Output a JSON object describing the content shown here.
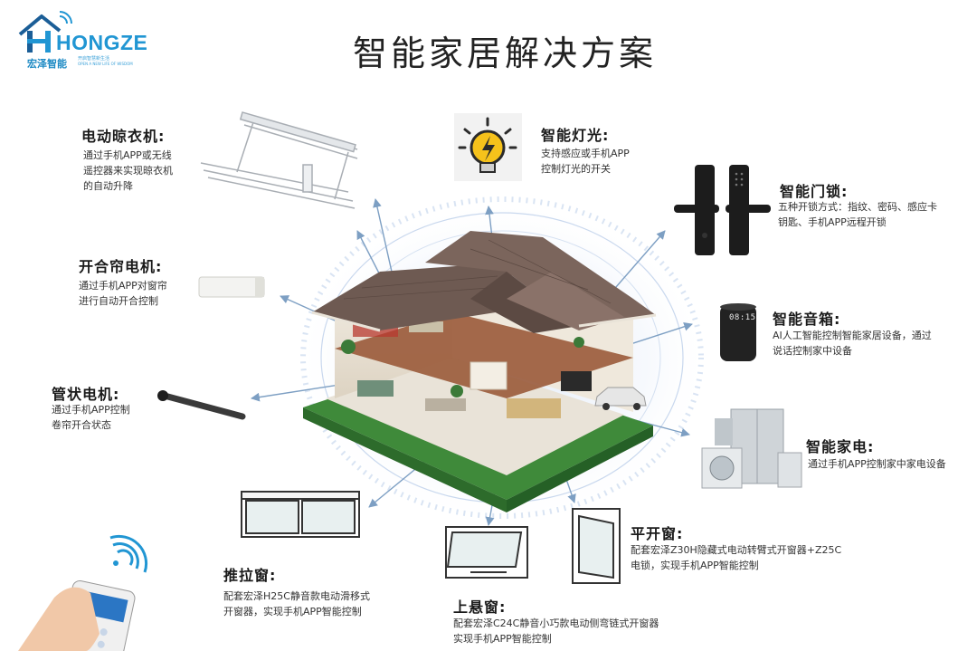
{
  "logo": {
    "wordmark": "HONGZE",
    "cn_name": "宏泽智能",
    "tagline": "开启智慧新生活",
    "tagline_en": "OPEN A NEW LIFE OF WISDOM"
  },
  "page_title": "智能家居解决方案",
  "features": {
    "drying_rack": {
      "title": "电动晾衣机:",
      "desc": [
        "通过手机APP或无线",
        "遥控器来实现晾衣机",
        "的自动升降"
      ]
    },
    "smart_light": {
      "title": "智能灯光:",
      "desc": [
        "支持感应或手机APP",
        "控制灯光的开关"
      ]
    },
    "smart_lock": {
      "title": "智能门锁:",
      "desc": [
        "五种开锁方式：指纹、密码、感应卡",
        "钥匙、手机APP远程开锁"
      ]
    },
    "curtain_motor": {
      "title": "开合帘电机:",
      "desc": [
        "通过手机APP对窗帘",
        "进行自动开合控制"
      ]
    },
    "smart_speaker": {
      "title": "智能音箱:",
      "desc": [
        "AI人工智能控制智能家居设备，通过",
        "说话控制家中设备"
      ]
    },
    "tube_motor": {
      "title": "管状电机:",
      "desc": [
        "通过手机APP控制",
        "卷帘开合状态"
      ]
    },
    "appliances": {
      "title": "智能家电:",
      "desc": [
        "通过手机APP控制家中家电设备"
      ]
    },
    "casement_window": {
      "title": "平开窗:",
      "desc": [
        "配套宏泽Z30H隐藏式电动转臂式开窗器+Z25C",
        "电锁，实现手机APP智能控制"
      ]
    },
    "sliding_window": {
      "title": "推拉窗:",
      "desc": [
        "配套宏泽H25C静音款电动滑移式",
        "开窗器，实现手机APP智能控制"
      ]
    },
    "top_hung_window": {
      "title": "上悬窗:",
      "desc": [
        "配套宏泽C24C静音小巧款电动侧弯链式开窗器",
        "实现手机APP智能控制"
      ]
    }
  },
  "speaker_display": "08:15",
  "colors": {
    "accent_blue": "#2196d3",
    "arrow_blue": "#7d9fc3",
    "roof": "#6e5a52",
    "grass": "#3f8a3a",
    "bulb_yellow": "#f6c21b"
  }
}
